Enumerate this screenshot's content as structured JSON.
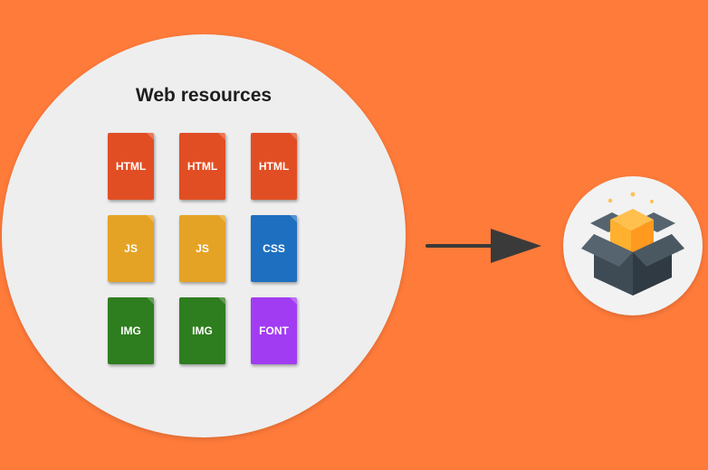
{
  "diagram": {
    "title": "Web resources",
    "resources": [
      {
        "label": "HTML",
        "color": "#E24E24"
      },
      {
        "label": "HTML",
        "color": "#E24E24"
      },
      {
        "label": "HTML",
        "color": "#E24E24"
      },
      {
        "label": "JS",
        "color": "#E5A325"
      },
      {
        "label": "JS",
        "color": "#E5A325"
      },
      {
        "label": "CSS",
        "color": "#1E6FBF"
      },
      {
        "label": "IMG",
        "color": "#2E7D1E"
      },
      {
        "label": "IMG",
        "color": "#2E7D1E"
      },
      {
        "label": "FONT",
        "color": "#A23CF2"
      }
    ],
    "arrow_icon": "right-arrow-icon",
    "package_icon": "package-box-icon",
    "colors": {
      "background": "#FF7B3A",
      "circle": "#EEEEEE",
      "arrow": "#3A3A3A",
      "box_dark": "#3E4B55",
      "box_mid": "#56646F",
      "cube_top": "#FFC04D",
      "cube_side": "#FF9A1F"
    }
  }
}
